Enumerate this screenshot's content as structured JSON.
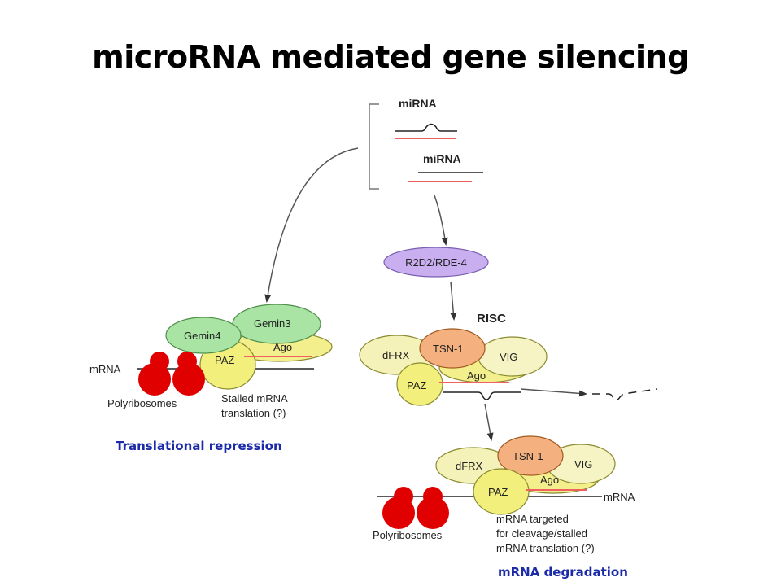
{
  "title": "microRNA mediated gene silencing",
  "precursor": {
    "mirna_top": "miRNA",
    "mirna_bottom": "miRNA"
  },
  "complex": {
    "r2d2": "R2D2/RDE-4",
    "risc": "RISC",
    "dfrx": "dFRX",
    "tsn1": "TSN-1",
    "vig": "VIG",
    "ago": "Ago",
    "paz": "PAZ",
    "gemin3": "Gemin3",
    "gemin4": "Gemin4"
  },
  "left_panel": {
    "mrna": "mRNA",
    "polyribosomes": "Polyribosomes",
    "stalled_line1": "Stalled mRNA",
    "stalled_line2": "translation (?)",
    "outcome": "Translational repression"
  },
  "right_panel": {
    "mrna": "mRNA",
    "polyribosomes": "Polyribosomes",
    "targeted_line1": "mRNA targeted",
    "targeted_line2": "for cleavage/stalled",
    "targeted_line3": "mRNA translation (?)",
    "outcome": "mRNA degradation"
  },
  "colors": {
    "gemin": "#a9e4a4",
    "ago": "#f2ef8c",
    "paz": "#f2ef7c",
    "dfrx": "#f4f2b8",
    "tsn1": "#f4b07e",
    "vig": "#f6f4c4",
    "r2d2": "#c9aef0",
    "ribosome": "#e00000",
    "mirna_strand": "#f06060",
    "outcome_text": "#1a2aa8"
  }
}
